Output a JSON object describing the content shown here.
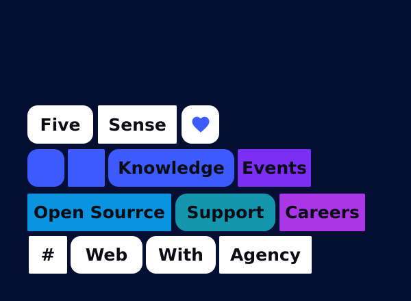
{
  "colors": {
    "background": "#050e33",
    "tile_white": "#ffffff",
    "royal_blue": "#3d5afe",
    "violet": "#7b2ff2",
    "azure_blue": "#0a94e0",
    "teal": "#1496af",
    "magenta_purple": "#aa36e8",
    "text_dark": "#0c0c14",
    "heart_blue": "#3d5afe"
  },
  "rows": [
    {
      "name": "brand",
      "tiles": [
        {
          "label": "Five"
        },
        {
          "label": "Sense"
        },
        {
          "icon": "heart-icon"
        }
      ]
    },
    {
      "name": "nav-top",
      "tiles": [
        {
          "icon": "blue-rounded-square"
        },
        {
          "icon": "blue-square"
        },
        {
          "label": "Knowledge"
        },
        {
          "label": "Events"
        }
      ]
    },
    {
      "name": "nav-middle",
      "tiles": [
        {
          "label": "Open Sourrce"
        },
        {
          "label": "Support"
        },
        {
          "label": "Careers"
        }
      ]
    },
    {
      "name": "tags",
      "tiles": [
        {
          "label": "#"
        },
        {
          "label": "Web"
        },
        {
          "label": "With"
        },
        {
          "label": "Agency"
        }
      ]
    }
  ]
}
